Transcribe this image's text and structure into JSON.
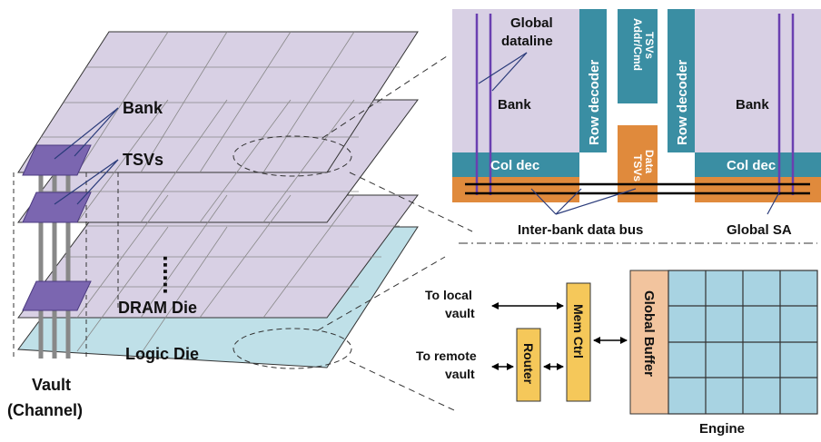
{
  "left": {
    "bank_label": "Bank",
    "tsvs_label": "TSVs",
    "dots": "......",
    "dram_die_label": "DRAM Die",
    "logic_die_label": "Logic Die",
    "vault_label": "Vault",
    "channel_label": "(Channel)"
  },
  "top_right": {
    "global_dataline": "Global",
    "global_dataline_2": "dataline",
    "bank_left": "Bank",
    "bank_right": "Bank",
    "row_decoder_left": "Row decoder",
    "row_decoder_right": "Row decoder",
    "addr_cmd_tsvs": "Addr/Cmd",
    "addr_cmd_tsvs_2": "TSVs",
    "col_dec_left": "Col dec",
    "col_dec_right": "Col dec",
    "data_tsvs": "Data",
    "data_tsvs_2": "TSVs",
    "inter_bank_bus": "Inter-bank data bus",
    "global_sa": "Global SA"
  },
  "bottom_right": {
    "to_local_vault": "To local",
    "to_local_vault_2": "vault",
    "to_remote_vault": "To remote",
    "to_remote_vault_2": "vault",
    "router": "Router",
    "mem_ctrl": "Mem Ctrl",
    "global_buffer": "Global Buffer",
    "engine": "Engine"
  },
  "colors": {
    "die_purple": "#d8d0e4",
    "die_blue": "#bfe0e8",
    "tsv_purple": "#7b66b0",
    "teal": "#3a8ea3",
    "orange": "#e08a3c",
    "yellow": "#f5c85a",
    "peach": "#f2c49e",
    "engine_cell": "#a8d3e2",
    "violet_line": "#6a3fb0"
  }
}
